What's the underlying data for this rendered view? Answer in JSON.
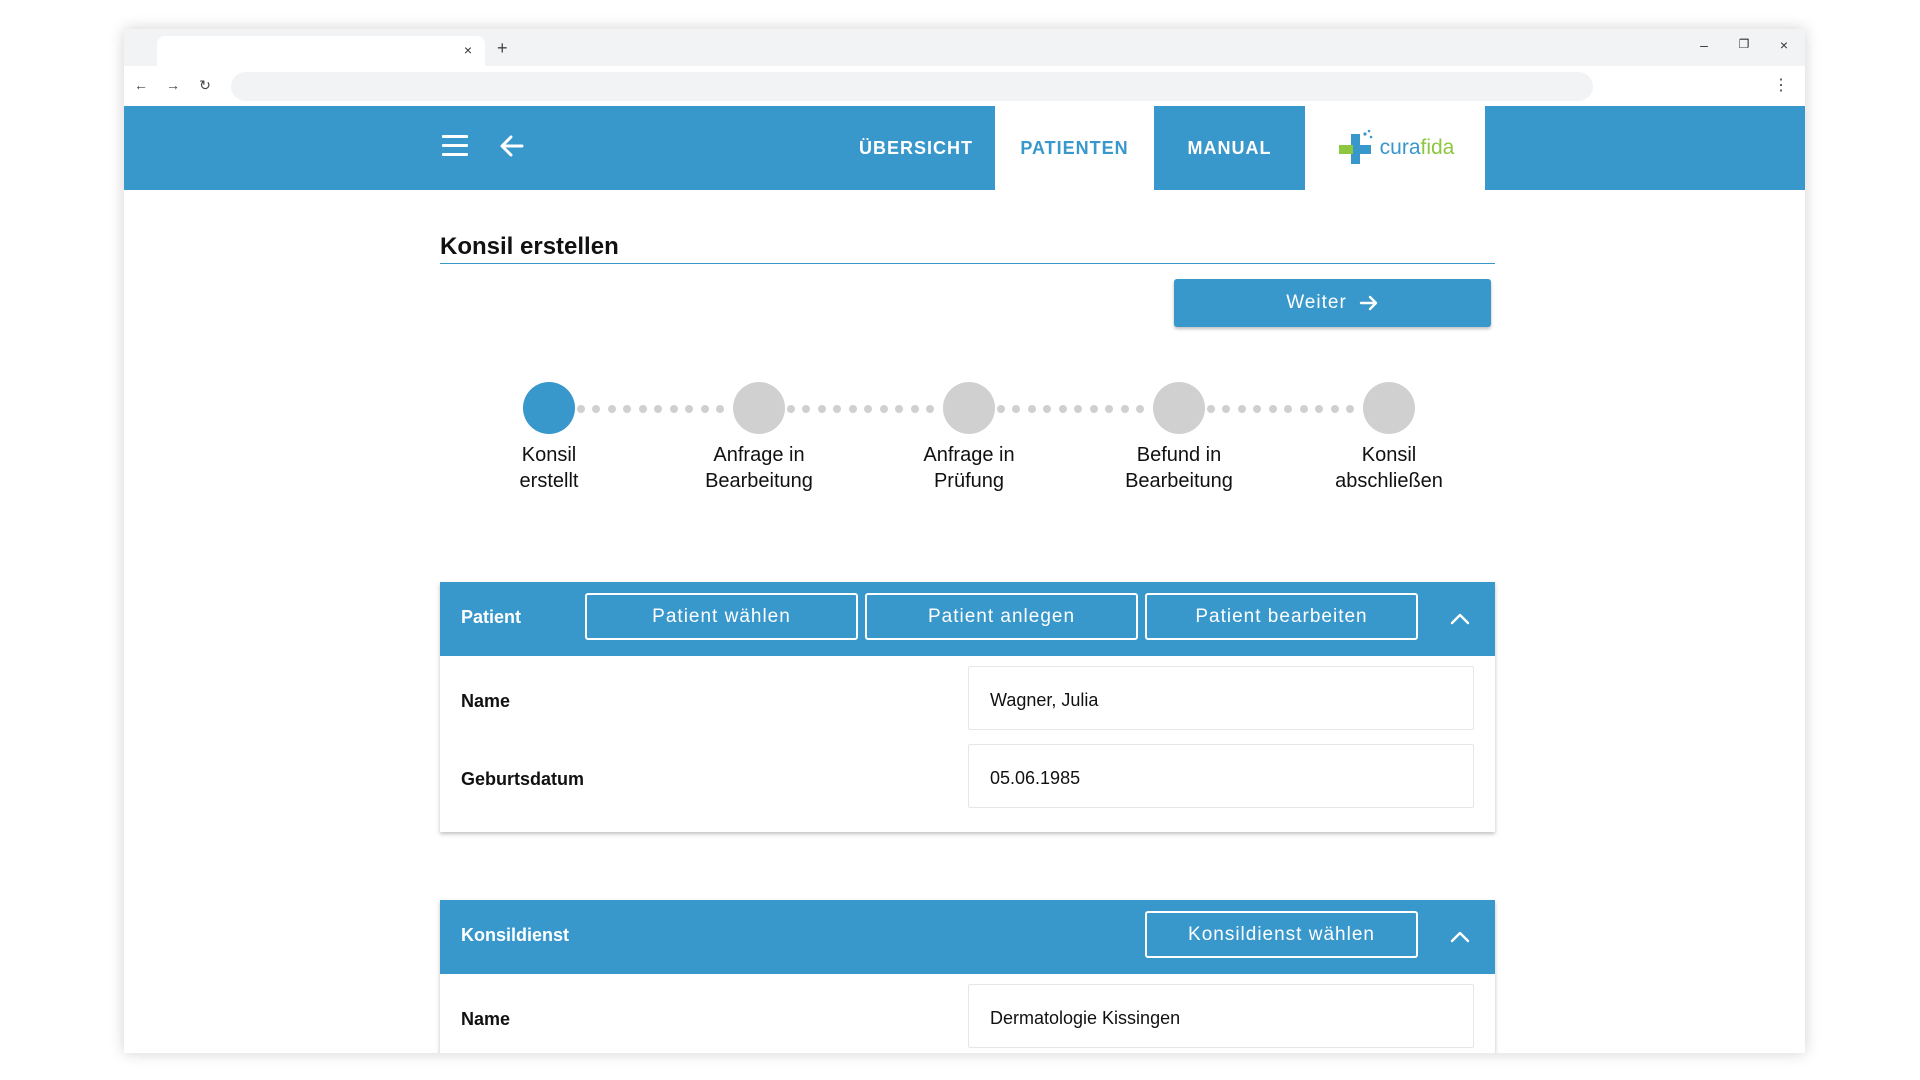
{
  "browser": {
    "tab_close": "×",
    "new_tab": "+",
    "minimize": "–",
    "restore": "❐",
    "close": "×",
    "back": "←",
    "forward": "→",
    "reload": "↻",
    "menu": "⋮"
  },
  "nav": {
    "tabs": [
      {
        "label": "ÜBERSICHT"
      },
      {
        "label": "PATIENTEN"
      },
      {
        "label": "MANUAL"
      }
    ],
    "logo": {
      "part1": "cura",
      "part2": "fida"
    }
  },
  "page": {
    "title": "Konsil erstellen",
    "next_label": "Weiter"
  },
  "stepper": {
    "current_step": 1,
    "steps": [
      {
        "line1": "Konsil",
        "line2": "erstellt"
      },
      {
        "line1": "Anfrage in",
        "line2": "Bearbeitung"
      },
      {
        "line1": "Anfrage in",
        "line2": "Prüfung"
      },
      {
        "line1": "Befund in",
        "line2": "Bearbeitung"
      },
      {
        "line1": "Konsil",
        "line2": "abschließen"
      }
    ]
  },
  "patient_panel": {
    "title": "Patient",
    "buttons": [
      "Patient wählen",
      "Patient anlegen",
      "Patient bearbeiten"
    ],
    "fields": [
      {
        "label": "Name",
        "value": "Wagner, Julia"
      },
      {
        "label": "Geburtsdatum",
        "value": "05.06.1985"
      }
    ]
  },
  "service_panel": {
    "title": "Konsildienst",
    "button": "Konsildienst wählen",
    "fields": [
      {
        "label": "Name",
        "value": "Dermatologie Kissingen"
      }
    ]
  },
  "colors": {
    "primary": "#3897cb",
    "inactive_step": "#d0d0d0",
    "logo_green": "#8dc63f"
  }
}
